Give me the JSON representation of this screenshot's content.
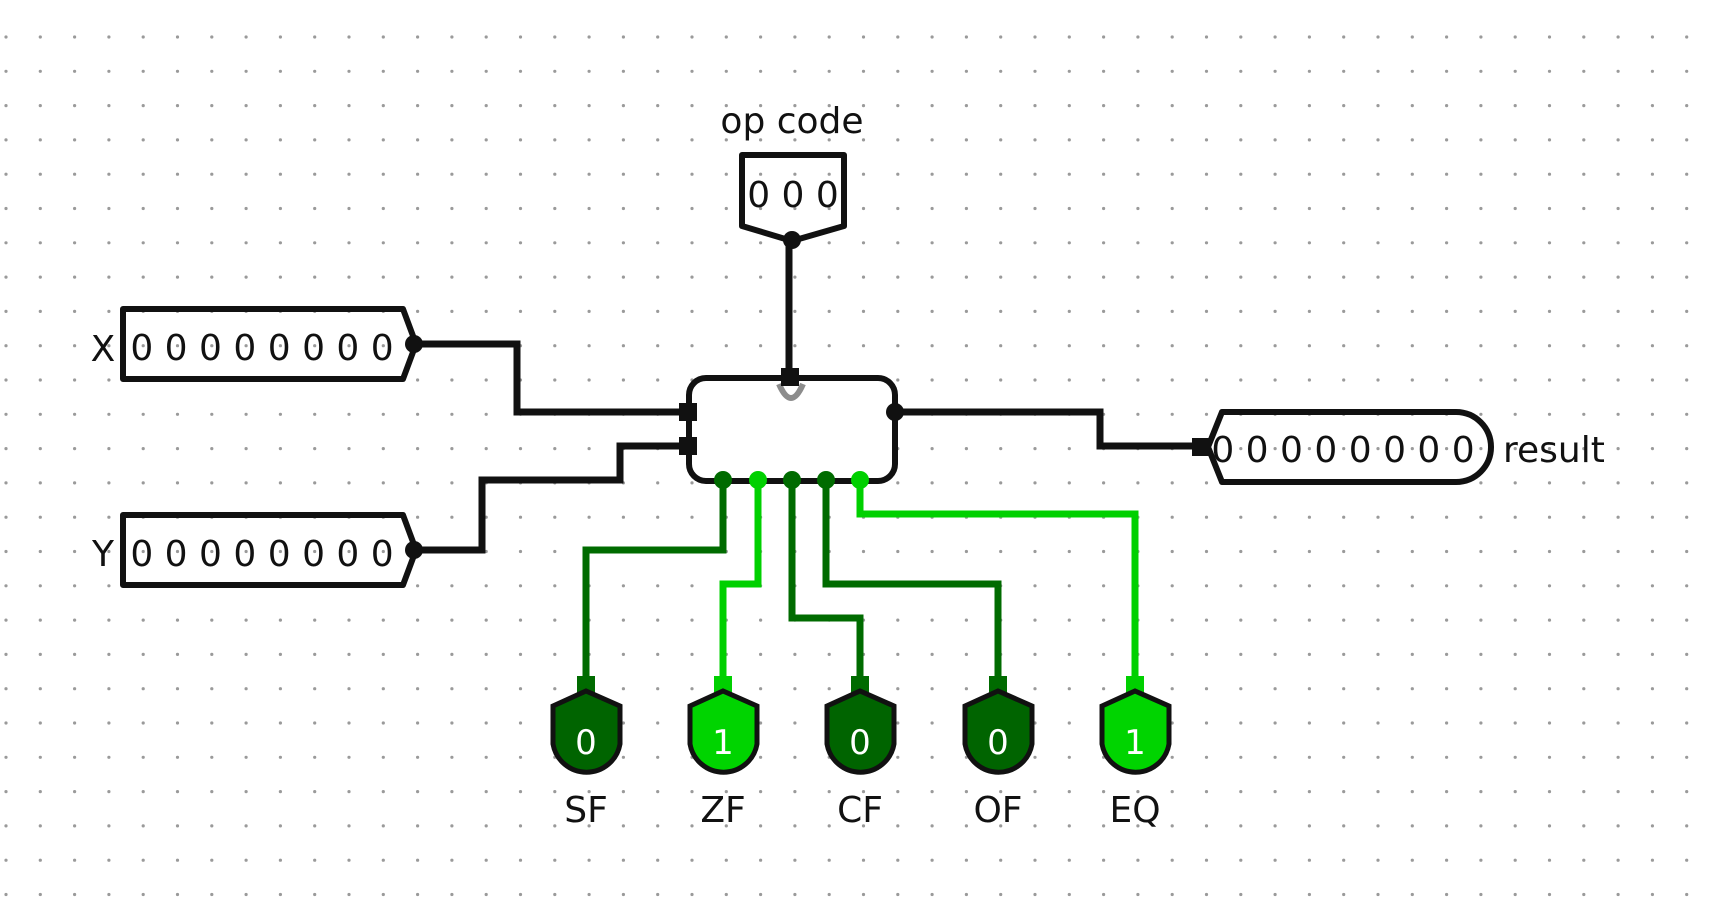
{
  "colors": {
    "wire_bus": "#111111",
    "wire_high": "#00d000",
    "wire_low": "#006b00",
    "led_on": "#00d400",
    "led_off": "#006400",
    "grid_dot": "#9a9a9a",
    "outline": "#111111"
  },
  "opcode": {
    "label": "op code",
    "value": "0 0 0"
  },
  "x_input": {
    "label": "X",
    "value": "0 0 0 0 0 0 0 0"
  },
  "y_input": {
    "label": "Y",
    "value": "0 0 0 0 0 0 0 0"
  },
  "result_output": {
    "label": "result",
    "value": "0 0 0 0 0 0 0 0"
  },
  "alu": {
    "icon": "alu-chip-icon"
  },
  "flags": [
    {
      "name": "SF",
      "value": "0",
      "state": "low"
    },
    {
      "name": "ZF",
      "value": "1",
      "state": "high"
    },
    {
      "name": "CF",
      "value": "0",
      "state": "low"
    },
    {
      "name": "OF",
      "value": "0",
      "state": "low"
    },
    {
      "name": "EQ",
      "value": "1",
      "state": "high"
    }
  ]
}
